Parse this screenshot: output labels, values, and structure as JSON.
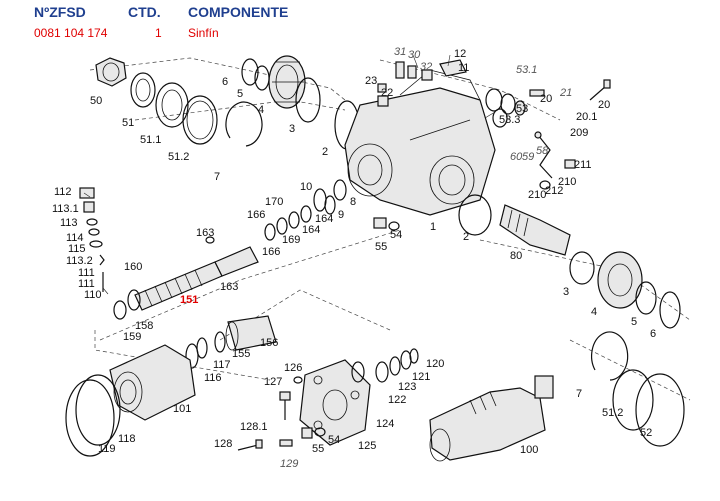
{
  "header": {
    "col_code": "NºZFSD",
    "col_qty": "CTD.",
    "col_component": "COMPONENTE"
  },
  "selected_part": {
    "code": "0081 104 174",
    "qty": "1",
    "name": "Sinfín"
  },
  "callouts": {
    "c50": "50",
    "c51": "51",
    "c511": "51.1",
    "c512": "51.2",
    "c7": "7",
    "c6": "6",
    "c5": "5",
    "c4": "4",
    "c3": "3",
    "c2": "2",
    "c31": "31",
    "c30": "30",
    "c32": "32",
    "c12": "12",
    "c11": "11",
    "c23": "23",
    "c22": "22",
    "c531": "53.1",
    "c53": "53",
    "c533": "53.3",
    "c20": "20",
    "c21": "21",
    "c201": "20.1",
    "c209": "209",
    "c60": "60",
    "c59": "59",
    "c58": "58",
    "c211": "211",
    "c210": "210",
    "c212": "212",
    "c2102": "210",
    "c1": "1",
    "c22b": "2",
    "c10": "10",
    "c8": "8",
    "c9": "9",
    "c170": "170",
    "c166": "166",
    "c164": "164",
    "c164b": "164",
    "c169": "169",
    "c166b": "166",
    "c163": "163",
    "c163b": "163",
    "c55": "55",
    "c54": "54",
    "c112": "112",
    "c1131": "113.1",
    "c113": "113",
    "c114": "114",
    "c115": "115",
    "c1132": "113.2",
    "c111": "111",
    "c111b": "111",
    "c110": "110",
    "c160": "160",
    "c151": "151",
    "c158": "158",
    "c159": "159",
    "c80": "80",
    "c3b": "3",
    "c4b": "4",
    "c5b": "5",
    "c6b": "6",
    "c155": "155",
    "c156": "156",
    "c117": "117",
    "c116": "116",
    "c101": "101",
    "c118": "118",
    "c119": "119",
    "c126": "126",
    "c127": "127",
    "c1281": "128.1",
    "c128": "128",
    "c129": "129",
    "c55b": "55",
    "c54b": "54",
    "c125": "125",
    "c124": "124",
    "c122": "122",
    "c123": "123",
    "c121": "121",
    "c120": "120",
    "c100": "100",
    "c7b": "7",
    "c512b": "51.2",
    "c52": "52"
  },
  "colors": {
    "header_blue": "#1f3f8f",
    "row_red": "#e00000"
  }
}
